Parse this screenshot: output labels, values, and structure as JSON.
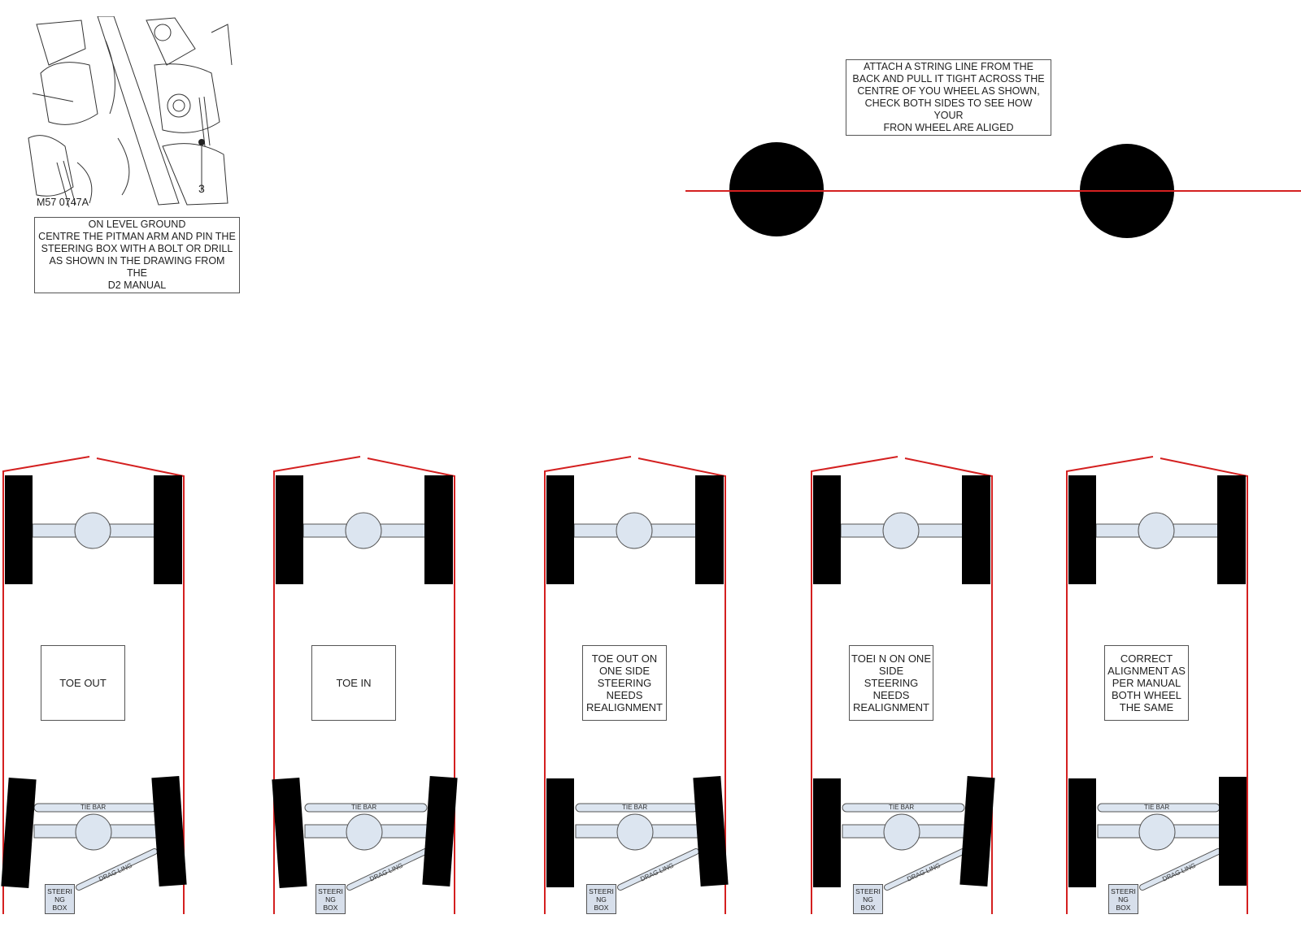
{
  "manual_figure": {
    "label": "M57 0747A",
    "callout_number": "3",
    "caption": "ON LEVEL GROUND\nCENTRE THE PITMAN ARM AND PIN THE\nSTEERING BOX WITH A BOLT OR DRILL\nAS SHOWN IN THE DRAWING FROM THE\nD2 MANUAL"
  },
  "string_line_note": "ATTACH A STRING LINE FROM THE\nBACK AND PULL IT TIGHT ACROSS THE\nCENTRE OF YOU WHEEL AS SHOWN,\nCHECK BOTH SIDES TO SEE HOW YOUR\nFRON WHEEL ARE ALIGED",
  "colors": {
    "string_line": "#d42020",
    "tyre": "#000000",
    "axle": "#dce5f0",
    "outline": "#555555"
  },
  "panels": [
    {
      "label": "TOE OUT",
      "tie_bar": "TIE BAR",
      "drag_link": "DRAG LING",
      "steering_box": "STEERI\nNG\nBOX",
      "front_left_angle": 4,
      "front_right_angle": -4
    },
    {
      "label": "TOE IN",
      "tie_bar": "TIE BAR",
      "drag_link": "DRAG LING",
      "steering_box": "STEERI\nNG\nBOX",
      "front_left_angle": -4,
      "front_right_angle": 4
    },
    {
      "label": "TOE OUT ON\nONE SIDE\nSTEERING\nNEEDS\nREALIGNMENT",
      "tie_bar": "TIE BAR",
      "drag_link": "DRAG LING",
      "steering_box": "STEERI\nNG\nBOX",
      "front_left_angle": 0,
      "front_right_angle": -4
    },
    {
      "label": "TOEI N ON ONE\nSIDE STEERING\nNEEDS\nREALIGNMENT",
      "tie_bar": "TIE BAR",
      "drag_link": "DRAG LING",
      "steering_box": "STEERI\nNG\nBOX",
      "front_left_angle": 0,
      "front_right_angle": 4
    },
    {
      "label": "CORRECT\nALIGNMENT AS\nPER MANUAL\nBOTH WHEEL\nTHE SAME",
      "tie_bar": "TIE BAR",
      "drag_link": "DRAG LING",
      "steering_box": "STEERI\nNG\nBOX",
      "front_left_angle": 0,
      "front_right_angle": 0
    }
  ]
}
